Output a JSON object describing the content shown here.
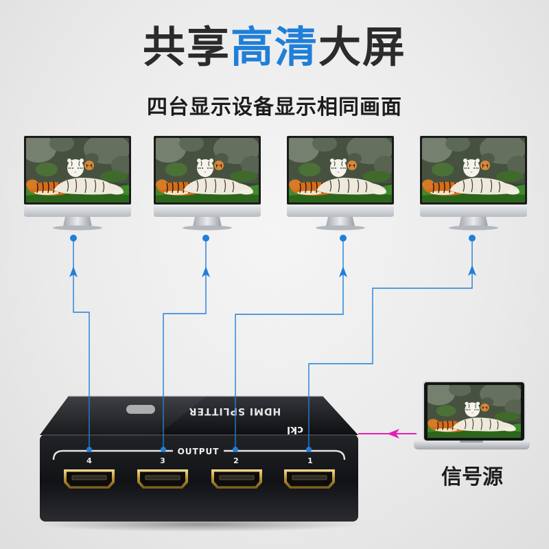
{
  "headline": {
    "part1": "共享",
    "part2": "高清",
    "part3": "大屏"
  },
  "subtitle": "四台显示设备显示相同画面",
  "colors": {
    "headline_dark": "#2b2b2b",
    "headline_accent": "#1f7fd9",
    "output_line": "#1f7fd9",
    "input_line": "#e21fb8",
    "device_body": "#141518",
    "port_gold": "#c9a24a",
    "background": "#ececec"
  },
  "icons": {
    "monitor": "monitor-icon",
    "laptop": "laptop-icon",
    "arrow": "arrow-up-icon",
    "input_arrow": "arrow-left-icon",
    "hdmi_port": "hdmi-port-icon",
    "screen_image": "tiger-scene"
  },
  "splitter": {
    "top_label": "HDMI SPLITTER",
    "logo": "ckl",
    "output_label": "OUTPUT",
    "ports": [
      "4",
      "3",
      "2",
      "1"
    ]
  },
  "source": {
    "label": "信号源"
  }
}
